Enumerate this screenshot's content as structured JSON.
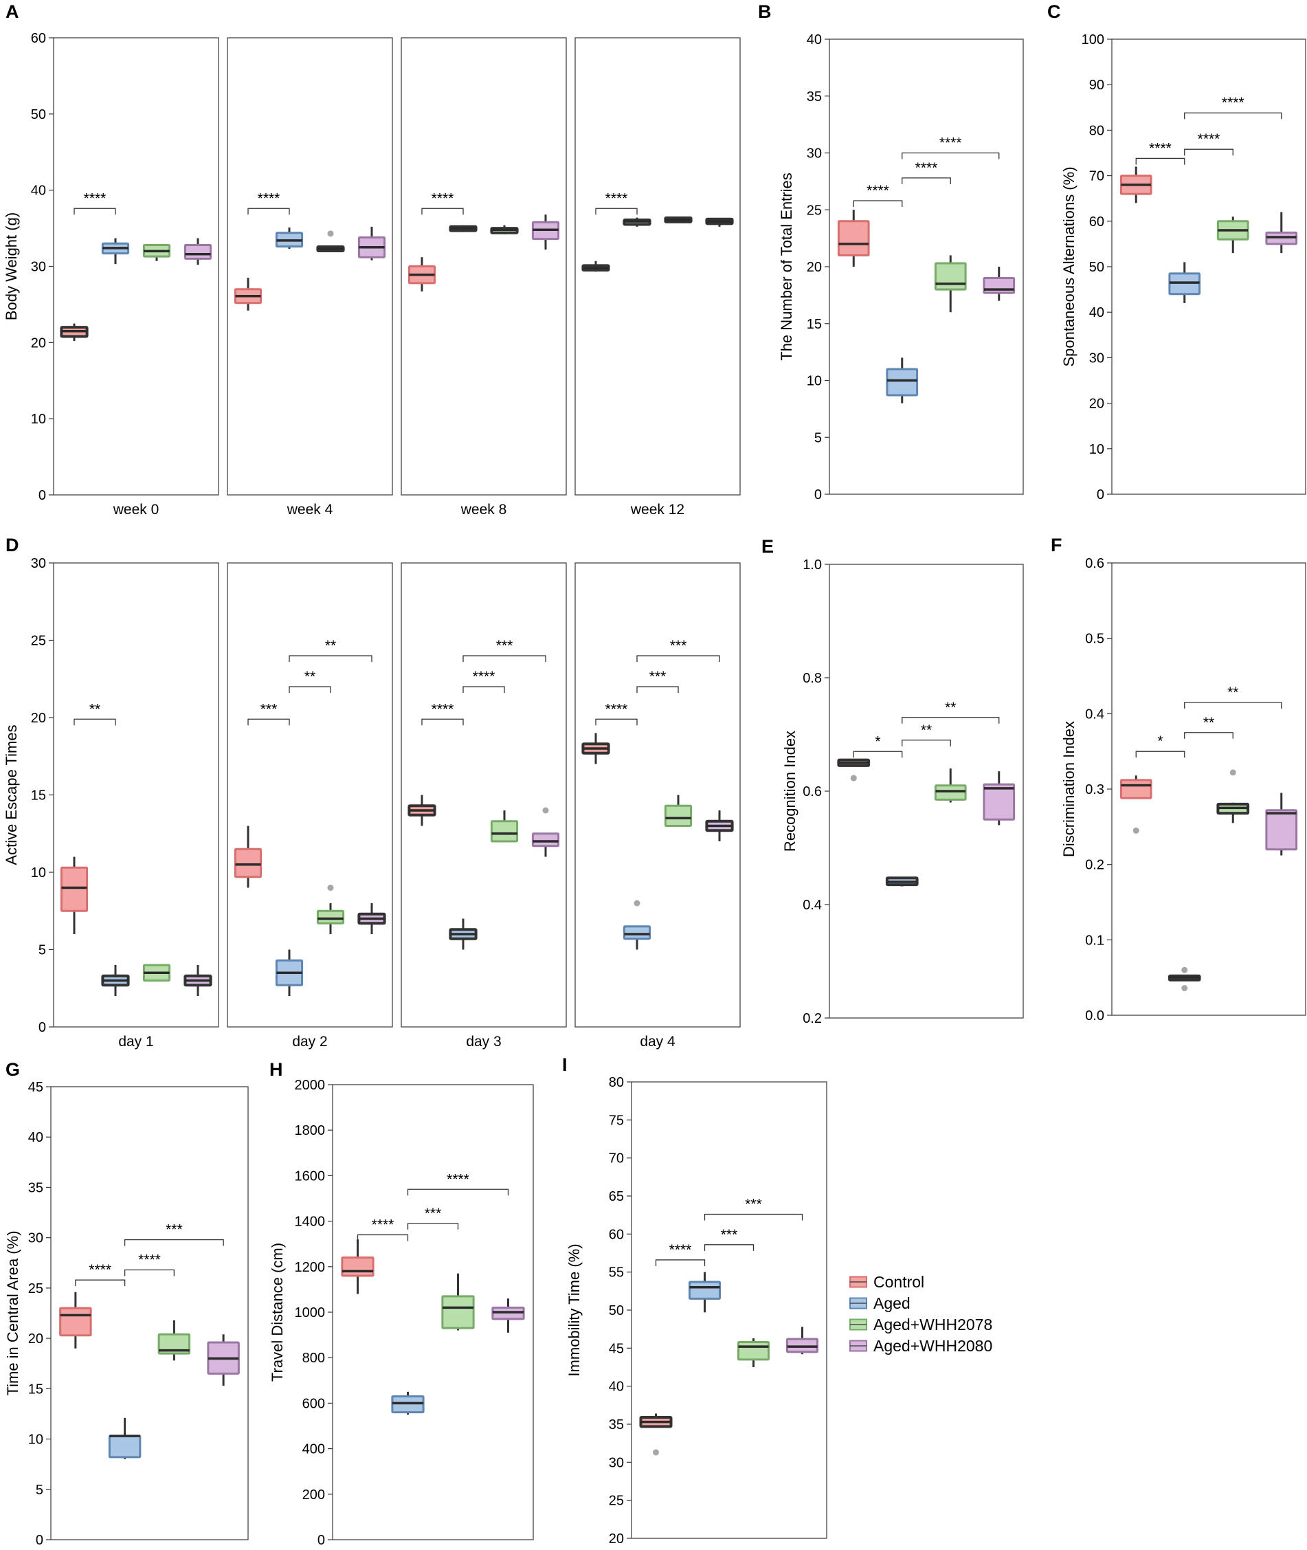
{
  "groups": [
    {
      "name": "Control",
      "fill": "#f4a3a3",
      "edge": "#d76f6f"
    },
    {
      "name": "Aged",
      "fill": "#a9c6e6",
      "edge": "#5f86b1"
    },
    {
      "name": "Aged+WHH2078",
      "fill": "#b8dfaa",
      "edge": "#76ab68"
    },
    {
      "name": "Aged+WHH2080",
      "fill": "#d7b7dd",
      "edge": "#9a76a3"
    }
  ],
  "chart_data": [
    {
      "type": "box",
      "letter": "A",
      "ylabel": "Body Weight (g)",
      "ylim": [
        0,
        60
      ],
      "yticks": [
        0,
        10,
        20,
        30,
        40,
        50,
        60
      ],
      "facets": [
        {
          "label": "week 0",
          "boxes": [
            [
              20.2,
              20.8,
              21.5,
              22.0,
              22.5
            ],
            [
              30.3,
              31.7,
              32.4,
              33.0,
              33.7
            ],
            [
              30.7,
              31.3,
              32.0,
              32.8,
              32.9
            ],
            [
              30.2,
              31.0,
              31.6,
              32.8,
              33.7
            ]
          ],
          "outliers": [
            [],
            [],
            [],
            []
          ],
          "sigs": [
            {
              "a": 0,
              "b": 1,
              "label": "****",
              "y": 37.6
            }
          ]
        },
        {
          "label": "week 4",
          "boxes": [
            [
              24.2,
              25.2,
              26.1,
              27.0,
              28.5
            ],
            [
              32.3,
              32.6,
              33.4,
              34.4,
              35.1
            ],
            [
              32.0,
              32.1,
              32.3,
              32.5,
              32.6
            ],
            [
              30.8,
              31.2,
              32.5,
              33.8,
              35.2
            ]
          ],
          "outliers": [
            [],
            [],
            [
              34.3
            ],
            []
          ],
          "sigs": [
            {
              "a": 0,
              "b": 1,
              "label": "****",
              "y": 37.6
            }
          ]
        },
        {
          "label": "week 8",
          "boxes": [
            [
              26.7,
              27.8,
              28.9,
              30.0,
              31.2
            ],
            [
              34.5,
              34.7,
              35.0,
              35.2,
              35.4
            ],
            [
              34.2,
              34.4,
              34.8,
              35.0,
              35.4
            ],
            [
              32.2,
              33.6,
              34.8,
              35.8,
              36.8
            ]
          ],
          "outliers": [
            [],
            [],
            [],
            []
          ],
          "sigs": [
            {
              "a": 0,
              "b": 1,
              "label": "****",
              "y": 37.6
            }
          ]
        },
        {
          "label": "week 12",
          "boxes": [
            [
              29.3,
              29.5,
              29.8,
              30.1,
              30.7
            ],
            [
              35.2,
              35.5,
              35.9,
              36.1,
              36.4
            ],
            [
              35.8,
              35.9,
              36.1,
              36.3,
              36.5
            ],
            [
              35.2,
              35.6,
              35.9,
              36.2,
              36.3
            ]
          ],
          "outliers": [
            [],
            [],
            [],
            []
          ],
          "sigs": [
            {
              "a": 0,
              "b": 1,
              "label": "****",
              "y": 37.6
            }
          ]
        }
      ]
    },
    {
      "type": "box",
      "letter": "B",
      "ylabel": "The Number of Total Entries",
      "ylim": [
        0,
        40
      ],
      "yticks": [
        0,
        5,
        10,
        15,
        20,
        25,
        30,
        35,
        40
      ],
      "facets": [
        {
          "label": "",
          "boxes": [
            [
              20.0,
              21.0,
              22.0,
              24.0,
              25.0
            ],
            [
              8.0,
              8.7,
              10.0,
              11.0,
              12.0
            ],
            [
              16.0,
              18.0,
              18.5,
              20.3,
              21.0
            ],
            [
              17.0,
              17.7,
              18.0,
              19.0,
              20.0
            ]
          ],
          "outliers": [
            [],
            [],
            [],
            []
          ],
          "sigs": [
            {
              "a": 0,
              "b": 1,
              "label": "****",
              "y": 25.8
            },
            {
              "a": 1,
              "b": 2,
              "label": "****",
              "y": 27.8
            },
            {
              "a": 1,
              "b": 3,
              "label": "****",
              "y": 30.0
            }
          ]
        }
      ]
    },
    {
      "type": "box",
      "letter": "C",
      "ylabel": "Spontaneous Alternations (%)",
      "ylim": [
        0,
        100
      ],
      "yticks": [
        0,
        10,
        20,
        30,
        40,
        50,
        60,
        70,
        80,
        90,
        100
      ],
      "facets": [
        {
          "label": "",
          "boxes": [
            [
              64.0,
              66.0,
              68.0,
              70.0,
              72.0
            ],
            [
              42.0,
              44.0,
              46.5,
              48.5,
              51.0
            ],
            [
              53.0,
              56.0,
              58.0,
              60.0,
              61.0
            ],
            [
              53.0,
              55.0,
              56.5,
              57.5,
              62.0
            ]
          ],
          "outliers": [
            [],
            [],
            [],
            []
          ],
          "sigs": [
            {
              "a": 0,
              "b": 1,
              "label": "****",
              "y": 73.8
            },
            {
              "a": 1,
              "b": 2,
              "label": "****",
              "y": 75.8
            },
            {
              "a": 1,
              "b": 3,
              "label": "****",
              "y": 83.8
            }
          ]
        }
      ]
    },
    {
      "type": "box",
      "letter": "D",
      "ylabel": "Active Escape Times",
      "ylim": [
        0,
        30
      ],
      "yticks": [
        0,
        5,
        10,
        15,
        20,
        25,
        30
      ],
      "facets": [
        {
          "label": "day 1",
          "boxes": [
            [
              6.0,
              7.5,
              9.0,
              10.3,
              11.0
            ],
            [
              2.0,
              2.7,
              3.0,
              3.3,
              4.0
            ],
            [
              3.0,
              3.0,
              3.5,
              4.0,
              4.0
            ],
            [
              2.0,
              2.7,
              3.0,
              3.3,
              4.0
            ]
          ],
          "outliers": [
            [],
            [],
            [],
            []
          ],
          "sigs": [
            {
              "a": 0,
              "b": 1,
              "label": "**",
              "y": 19.9
            }
          ]
        },
        {
          "label": "day 2",
          "boxes": [
            [
              9.0,
              9.7,
              10.5,
              11.5,
              13.0
            ],
            [
              2.0,
              2.7,
              3.5,
              4.3,
              5.0
            ],
            [
              6.0,
              6.7,
              7.0,
              7.5,
              8.0
            ],
            [
              6.0,
              6.7,
              7.0,
              7.3,
              8.0
            ]
          ],
          "outliers": [
            [],
            [],
            [
              9.0
            ],
            []
          ],
          "sigs": [
            {
              "a": 0,
              "b": 1,
              "label": "***",
              "y": 19.9
            },
            {
              "a": 1,
              "b": 2,
              "label": "**",
              "y": 22.0
            },
            {
              "a": 1,
              "b": 3,
              "label": "**",
              "y": 24.0
            }
          ]
        },
        {
          "label": "day 3",
          "boxes": [
            [
              13.0,
              13.7,
              14.0,
              14.3,
              15.0
            ],
            [
              5.0,
              5.7,
              6.0,
              6.3,
              7.0
            ],
            [
              12.0,
              12.0,
              12.5,
              13.3,
              14.0
            ],
            [
              11.0,
              11.7,
              12.0,
              12.5,
              12.5
            ]
          ],
          "outliers": [
            [],
            [],
            [],
            [
              14.0
            ]
          ],
          "sigs": [
            {
              "a": 0,
              "b": 1,
              "label": "****",
              "y": 19.9
            },
            {
              "a": 1,
              "b": 2,
              "label": "****",
              "y": 22.0
            },
            {
              "a": 1,
              "b": 3,
              "label": "***",
              "y": 24.0
            }
          ]
        },
        {
          "label": "day 4",
          "boxes": [
            [
              17.0,
              17.7,
              18.0,
              18.3,
              19.0
            ],
            [
              5.0,
              5.7,
              6.0,
              6.5,
              6.5
            ],
            [
              13.0,
              13.0,
              13.5,
              14.3,
              15.0
            ],
            [
              12.0,
              12.7,
              13.0,
              13.3,
              14.0
            ]
          ],
          "outliers": [
            [],
            [
              8.0
            ],
            [],
            []
          ],
          "sigs": [
            {
              "a": 0,
              "b": 1,
              "label": "****",
              "y": 19.9
            },
            {
              "a": 1,
              "b": 2,
              "label": "***",
              "y": 22.0
            },
            {
              "a": 1,
              "b": 3,
              "label": "***",
              "y": 24.0
            }
          ]
        }
      ]
    },
    {
      "type": "box",
      "letter": "E",
      "ylabel": "Recognition Index",
      "ylim": [
        0.2,
        1.0
      ],
      "yticks": [
        0.2,
        0.4,
        0.6,
        0.8,
        1.0
      ],
      "facets": [
        {
          "label": "",
          "boxes": [
            [
              0.645,
              0.645,
              0.65,
              0.655,
              0.655
            ],
            [
              0.432,
              0.435,
              0.44,
              0.447,
              0.448
            ],
            [
              0.58,
              0.585,
              0.6,
              0.61,
              0.64
            ],
            [
              0.54,
              0.55,
              0.605,
              0.612,
              0.635
            ]
          ],
          "outliers": [
            [
              0.623
            ],
            [],
            [],
            []
          ],
          "sigs": [
            {
              "a": 0,
              "b": 1,
              "label": "*",
              "y": 0.67
            },
            {
              "a": 1,
              "b": 2,
              "label": "**",
              "y": 0.69
            },
            {
              "a": 1,
              "b": 3,
              "label": "**",
              "y": 0.73
            }
          ]
        }
      ]
    },
    {
      "type": "box",
      "letter": "F",
      "ylabel": "Discrimination Index",
      "ylim": [
        0.0,
        0.6
      ],
      "yticks": [
        0.0,
        0.1,
        0.2,
        0.3,
        0.4,
        0.5,
        0.6
      ],
      "facets": [
        {
          "label": "",
          "boxes": [
            [
              0.288,
              0.288,
              0.305,
              0.312,
              0.318
            ],
            [
              0.048,
              0.048,
              0.05,
              0.051,
              0.051
            ],
            [
              0.255,
              0.268,
              0.275,
              0.28,
              0.282
            ],
            [
              0.212,
              0.22,
              0.268,
              0.272,
              0.295
            ]
          ],
          "outliers": [
            [
              0.245
            ],
            [
              0.06,
              0.036
            ],
            [
              0.322
            ],
            []
          ],
          "sigs": [
            {
              "a": 0,
              "b": 1,
              "label": "*",
              "y": 0.35
            },
            {
              "a": 1,
              "b": 2,
              "label": "**",
              "y": 0.375
            },
            {
              "a": 1,
              "b": 3,
              "label": "**",
              "y": 0.415
            }
          ]
        }
      ]
    },
    {
      "type": "box",
      "letter": "G",
      "ylabel": "Time in Central Area (%)",
      "ylim": [
        0,
        45
      ],
      "yticks": [
        0,
        5,
        10,
        15,
        20,
        25,
        30,
        35,
        40,
        45
      ],
      "facets": [
        {
          "label": "",
          "boxes": [
            [
              19.0,
              20.3,
              22.3,
              23.0,
              24.6
            ],
            [
              8.0,
              8.2,
              10.3,
              10.3,
              12.1
            ],
            [
              17.8,
              18.5,
              18.8,
              20.4,
              21.8
            ],
            [
              15.3,
              16.5,
              18.0,
              19.6,
              20.4
            ]
          ],
          "outliers": [
            [],
            [],
            [],
            []
          ],
          "sigs": [
            {
              "a": 0,
              "b": 1,
              "label": "****",
              "y": 25.8
            },
            {
              "a": 1,
              "b": 2,
              "label": "****",
              "y": 26.8
            },
            {
              "a": 1,
              "b": 3,
              "label": "***",
              "y": 29.8
            }
          ]
        }
      ]
    },
    {
      "type": "box",
      "letter": "H",
      "ylabel": "Travel Distance (cm)",
      "ylim": [
        0,
        2000
      ],
      "yticks": [
        0,
        200,
        400,
        600,
        800,
        1000,
        1200,
        1400,
        1600,
        1800,
        2000
      ],
      "facets": [
        {
          "label": "",
          "boxes": [
            [
              1080,
              1160,
              1180,
              1240,
              1320
            ],
            [
              550,
              560,
              600,
              630,
              650
            ],
            [
              920,
              930,
              1020,
              1070,
              1170
            ],
            [
              910,
              970,
              1000,
              1020,
              1060
            ]
          ],
          "outliers": [
            [],
            [],
            [],
            []
          ],
          "sigs": [
            {
              "a": 0,
              "b": 1,
              "label": "****",
              "y": 1340
            },
            {
              "a": 1,
              "b": 2,
              "label": "***",
              "y": 1390
            },
            {
              "a": 1,
              "b": 3,
              "label": "****",
              "y": 1540
            }
          ]
        }
      ]
    },
    {
      "type": "box",
      "letter": "I",
      "ylabel": "Immobility Time (%)",
      "ylim": [
        20,
        80
      ],
      "yticks": [
        20,
        25,
        30,
        35,
        40,
        45,
        50,
        55,
        60,
        65,
        70,
        75,
        80
      ],
      "facets": [
        {
          "label": "",
          "boxes": [
            [
              34.7,
              34.7,
              35.3,
              35.9,
              36.4
            ],
            [
              49.7,
              51.5,
              53.0,
              53.7,
              55.0
            ],
            [
              42.5,
              43.5,
              45.2,
              45.8,
              46.3
            ],
            [
              44.2,
              44.5,
              45.2,
              46.2,
              47.8
            ]
          ],
          "outliers": [
            [
              31.3
            ],
            [],
            [],
            []
          ],
          "sigs": [
            {
              "a": 0,
              "b": 1,
              "label": "****",
              "y": 56.6
            },
            {
              "a": 1,
              "b": 2,
              "label": "***",
              "y": 58.6
            },
            {
              "a": 1,
              "b": 3,
              "label": "***",
              "y": 62.6
            }
          ]
        }
      ]
    }
  ]
}
